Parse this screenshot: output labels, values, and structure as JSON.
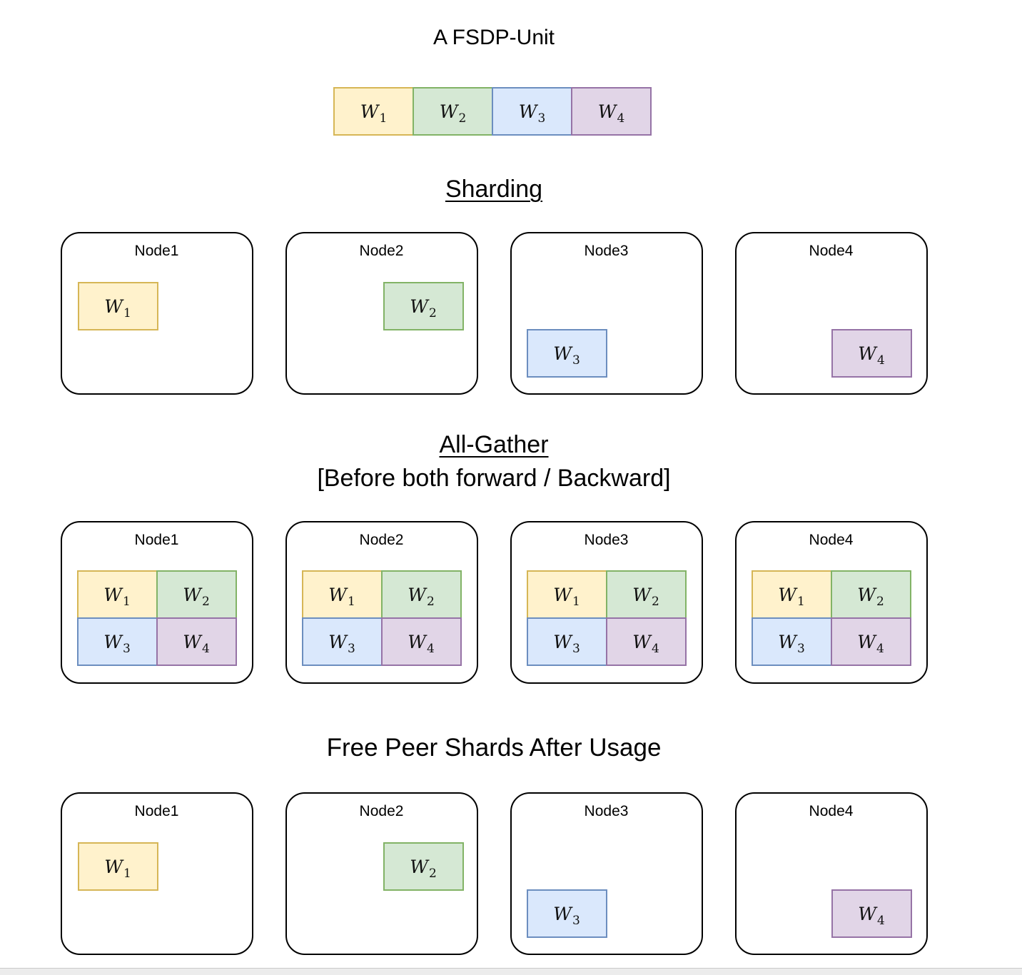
{
  "colors": {
    "w1": {
      "fill": "#fff2cc",
      "stroke": "#d6b656"
    },
    "w2": {
      "fill": "#d5e8d4",
      "stroke": "#82b366"
    },
    "w3": {
      "fill": "#dae8fc",
      "stroke": "#6c8ebf"
    },
    "w4": {
      "fill": "#e1d5e7",
      "stroke": "#9673a6"
    },
    "node_border": "#000000",
    "bottom_bar": "#ececec"
  },
  "w_labels": {
    "w1": {
      "base": "W",
      "sub": "1"
    },
    "w2": {
      "base": "W",
      "sub": "2"
    },
    "w3": {
      "base": "W",
      "sub": "3"
    },
    "w4": {
      "base": "W",
      "sub": "4"
    }
  },
  "unit": {
    "title": "A FSDP-Unit",
    "segment_order": [
      "w1",
      "w2",
      "w3",
      "w4"
    ]
  },
  "sections": {
    "sharding": {
      "heading": "Sharding",
      "nodes": [
        {
          "label": "Node1",
          "shard": "w1",
          "position": "top-left"
        },
        {
          "label": "Node2",
          "shard": "w2",
          "position": "top-right"
        },
        {
          "label": "Node3",
          "shard": "w3",
          "position": "bottom-left"
        },
        {
          "label": "Node4",
          "shard": "w4",
          "position": "bottom-right"
        }
      ]
    },
    "all_gather": {
      "heading": "All-Gather",
      "subheading": "[Before both forward / Backward]",
      "nodes": [
        {
          "label": "Node1",
          "shards": [
            "w1",
            "w2",
            "w3",
            "w4"
          ]
        },
        {
          "label": "Node2",
          "shards": [
            "w1",
            "w2",
            "w3",
            "w4"
          ]
        },
        {
          "label": "Node3",
          "shards": [
            "w1",
            "w2",
            "w3",
            "w4"
          ]
        },
        {
          "label": "Node4",
          "shards": [
            "w1",
            "w2",
            "w3",
            "w4"
          ]
        }
      ]
    },
    "free": {
      "heading": "Free Peer Shards After Usage",
      "nodes": [
        {
          "label": "Node1",
          "shard": "w1",
          "position": "top-left"
        },
        {
          "label": "Node2",
          "shard": "w2",
          "position": "top-right"
        },
        {
          "label": "Node3",
          "shard": "w3",
          "position": "bottom-left"
        },
        {
          "label": "Node4",
          "shard": "w4",
          "position": "bottom-right"
        }
      ]
    }
  }
}
